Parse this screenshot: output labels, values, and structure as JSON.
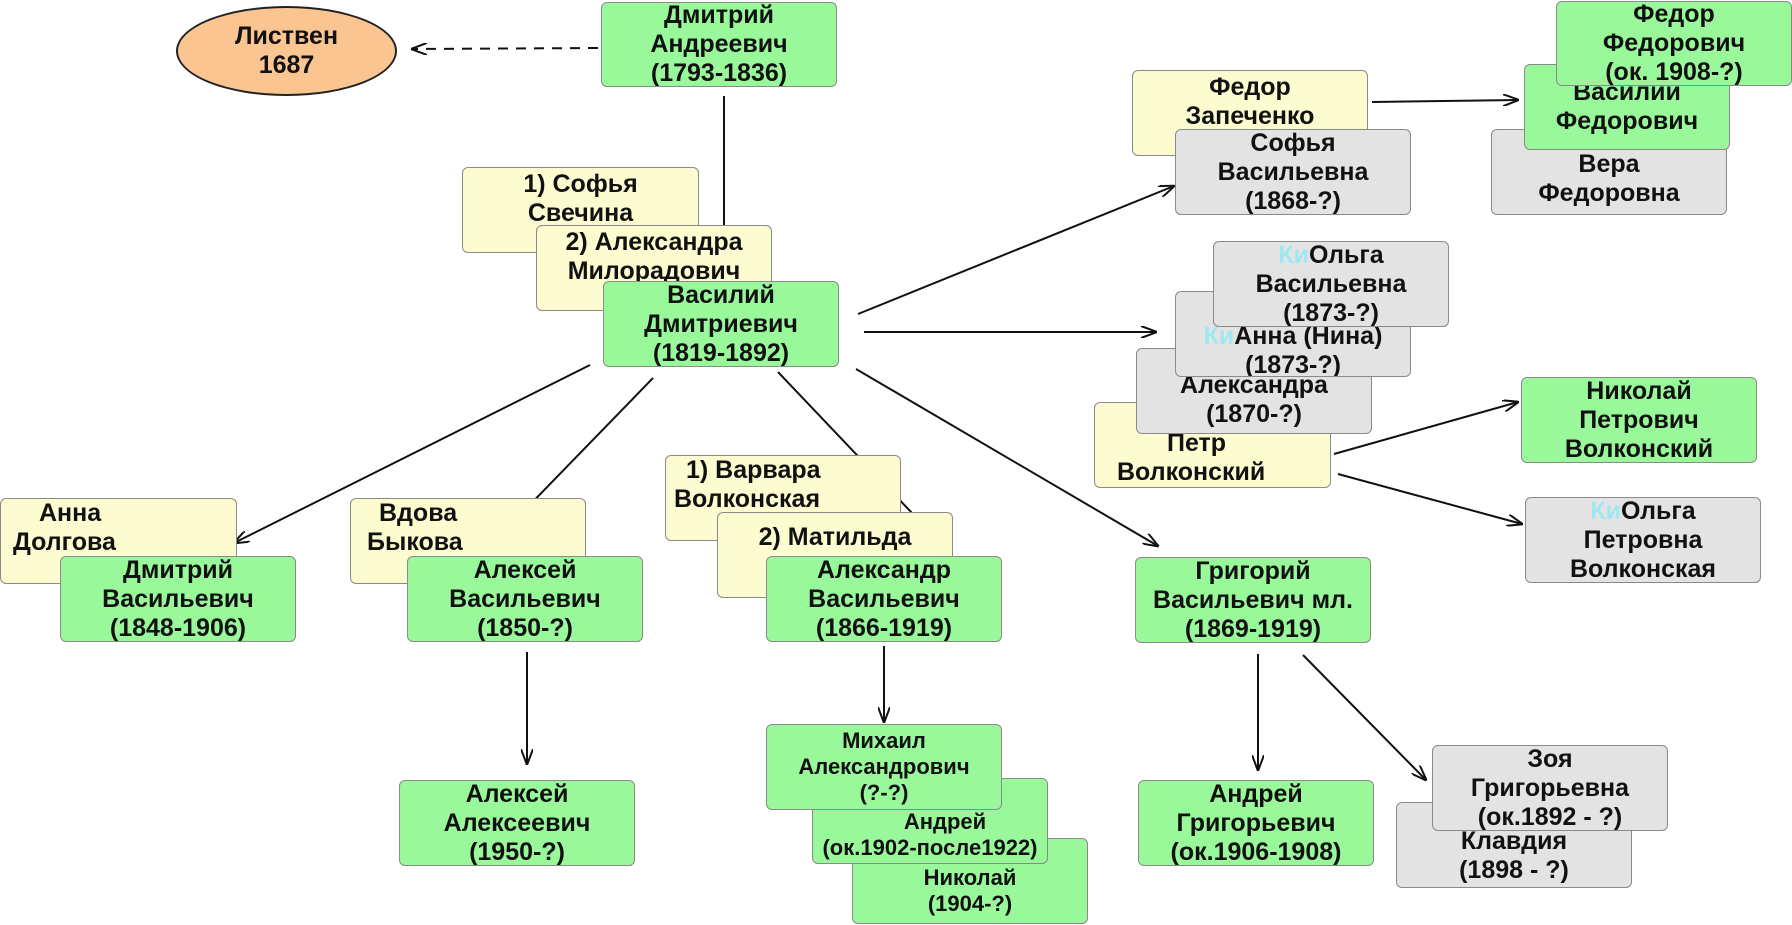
{
  "nodes": {
    "listven": {
      "l1": "Листвен",
      "l2": "1687"
    },
    "dmitry_a": {
      "l1": "Дмитрий",
      "l2": "Андреевич",
      "l3": "(1793-1836)"
    },
    "sofya_s": {
      "l1": "1) Софья",
      "l2": "Свечина"
    },
    "alex_m": {
      "l1": "2) Александра",
      "l2": "Милорадович"
    },
    "vasily_d": {
      "l1": "Василий",
      "l2": "Дмитриевич",
      "l3": "(1819-1892)"
    },
    "fedor_z": {
      "l1": "Федор",
      "l2": "Запеченко"
    },
    "sofya_v": {
      "l1": "Софья",
      "l2": "Васильевна",
      "l3": "(1868-?)"
    },
    "fedor_f": {
      "l1": "Федор",
      "l2": "Федорович",
      "l3": "(ок. 1908-?)"
    },
    "vasily_f": {
      "l1": "Василий",
      "l2": "Федорович"
    },
    "vera_f": {
      "l1": "Вера",
      "l2": "Федоровна"
    },
    "olga_v": {
      "ki": "Ки",
      "l1": "Ольга",
      "l2": "Васильевна",
      "l3": "(1873-?)"
    },
    "anna_n": {
      "ki": "Ки",
      "l1": "Анна (Нина)",
      "l2": "(1873-?)"
    },
    "alexandra": {
      "l1": "Александра",
      "l2": "(1870-?)"
    },
    "petr_v": {
      "l1": "Петр",
      "l2": "Волконский"
    },
    "nikolay_p": {
      "l1": "Николай",
      "l2": "Петрович",
      "l3": "Волконский"
    },
    "olga_p": {
      "ki": "Ки",
      "l1": "Ольга",
      "l2": "Петровна",
      "l3": "Волконская"
    },
    "anna_d": {
      "l1": "Анна",
      "l2": "Долгова"
    },
    "dmitry_v": {
      "l1": "Дмитрий",
      "l2": "Васильевич",
      "l3": "(1848-1906)"
    },
    "vdova_b": {
      "l1": "Вдова",
      "l2": "Быкова"
    },
    "aleksey_v": {
      "l1": "Алексей",
      "l2": "Васильевич",
      "l3": "(1850-?)"
    },
    "varvara_v": {
      "l1": "1) Варвара",
      "l2": "Волконская"
    },
    "matilda": {
      "l1": "2) Матильда"
    },
    "alexandr_v": {
      "l1": "Александр",
      "l2": "Васильевич",
      "l3": "(1866-1919)"
    },
    "grigory_v": {
      "l1": "Григорий",
      "l2": "Васильевич мл.",
      "l3": "(1869-1919)"
    },
    "aleksey_a": {
      "l1": "Алексей",
      "l2": "Алексеевич",
      "l3": "(1950-?)"
    },
    "mikhail_a": {
      "l1": "Михаил",
      "l2": "Александрович",
      "l3": "(?-?)"
    },
    "andrey_a": {
      "l1": "Андрей",
      "l2": "(ок.1902-после1922)"
    },
    "nikolay_a": {
      "l1": "Николай",
      "l2": "(1904-?)"
    },
    "andrey_g": {
      "l1": "Андрей",
      "l2": "Григорьевич",
      "l3": "(ок.1906-1908)"
    },
    "zoya_g": {
      "l1": "Зоя",
      "l2": "Григорьевна",
      "l3": "(ок.1892 - ?)"
    },
    "klavdiya": {
      "l1": "Клавдия",
      "l2": "(1898 - ?)"
    }
  },
  "colors": {
    "male": "#99f99a",
    "spouse": "#fdfcd0",
    "female": "#e3e3e3",
    "place": "#fbc592",
    "ki": "#9fe8f2"
  }
}
